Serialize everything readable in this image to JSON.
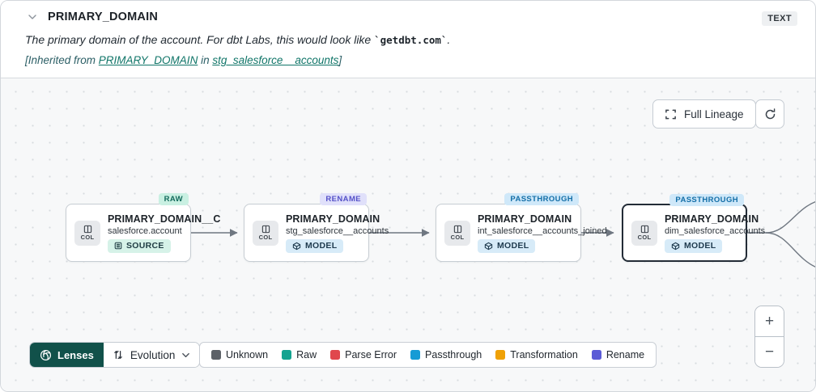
{
  "header": {
    "title": "PRIMARY_DOMAIN",
    "type_badge": "TEXT",
    "description_prefix": "The primary domain of the account. For dbt Labs, this would look like ",
    "description_code": "`getdbt.com`",
    "description_suffix": ".",
    "inherited_prefix": "[Inherited from ",
    "inherited_link_column": "PRIMARY_DOMAIN",
    "inherited_middle": " in ",
    "inherited_link_model": "stg_salesforce__accounts",
    "inherited_suffix": "]"
  },
  "toolbar": {
    "full_lineage_label": "Full Lineage"
  },
  "nodes": [
    {
      "title": "PRIMARY_DOMAIN__C",
      "subtitle": "salesforce.account",
      "badge": "SOURCE",
      "tag": "RAW",
      "col_label": "COL"
    },
    {
      "title": "PRIMARY_DOMAIN",
      "subtitle": "stg_salesforce__accounts",
      "badge": "MODEL",
      "tag": "RENAME",
      "col_label": "COL"
    },
    {
      "title": "PRIMARY_DOMAIN",
      "subtitle": "int_salesforce__accounts_joined",
      "badge": "MODEL",
      "tag": "PASSTHROUGH",
      "col_label": "COL"
    },
    {
      "title": "PRIMARY_DOMAIN",
      "subtitle": "dim_salesforce_accounts",
      "badge": "MODEL",
      "tag": "PASSTHROUGH",
      "col_label": "COL",
      "selected": true
    }
  ],
  "footer": {
    "lenses_label": "Lenses",
    "lens_selected": "Evolution",
    "legend": [
      {
        "label": "Unknown",
        "color": "#5c6167"
      },
      {
        "label": "Raw",
        "color": "#14a390"
      },
      {
        "label": "Parse Error",
        "color": "#e0474d"
      },
      {
        "label": "Passthrough",
        "color": "#169bd5"
      },
      {
        "label": "Transformation",
        "color": "#efa106"
      },
      {
        "label": "Rename",
        "color": "#5b5bd6"
      }
    ]
  },
  "zoom_controls": {
    "zoom_in": "+",
    "zoom_out": "−"
  },
  "colors": {
    "accent_teal": "#107568",
    "lenses_bg": "#11514a",
    "canvas_bg": "#f7f8f9",
    "selected_border": "#232c37"
  }
}
